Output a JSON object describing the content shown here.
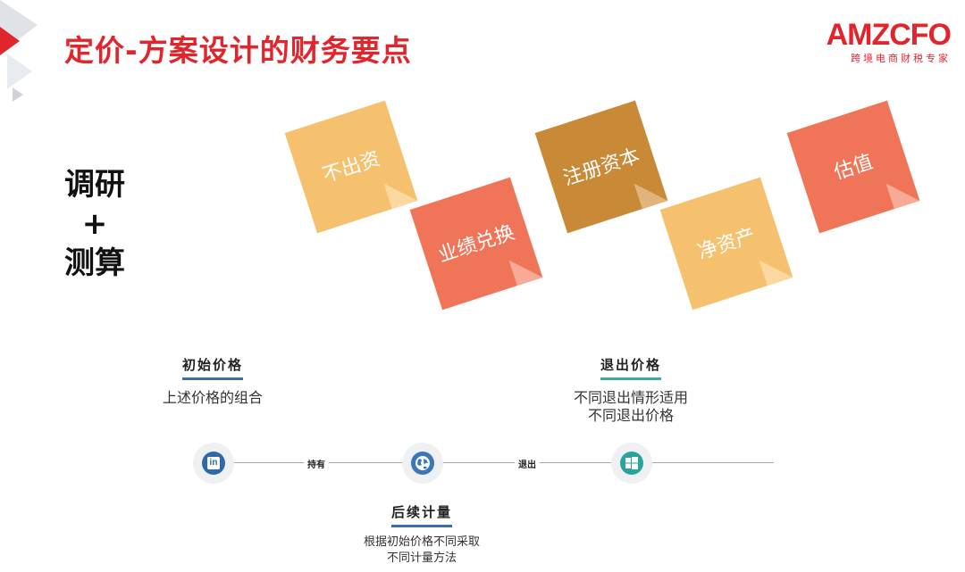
{
  "header": {
    "title": "定价-方案设计的财务要点"
  },
  "logo": {
    "main": "AMZCFO",
    "sub": "跨境电商财税专家"
  },
  "left_text": {
    "line1": "调研",
    "line2": "+",
    "line3": "测算"
  },
  "notes": [
    {
      "label": "不出资",
      "color": "#f5c16e"
    },
    {
      "label": "业绩兑换",
      "color": "#f07558"
    },
    {
      "label": "注册资本",
      "color": "#c98a37"
    },
    {
      "label": "净资产",
      "color": "#f5c16e"
    },
    {
      "label": "估值",
      "color": "#f07558"
    }
  ],
  "blocks": {
    "initial": {
      "title": "初始价格",
      "desc": [
        "上述价格的组合"
      ],
      "accent": "#3a6fa8"
    },
    "exit": {
      "title": "退出价格",
      "desc": [
        "不同退出情形适用",
        "不同退出价格"
      ],
      "accent": "#3aaba4"
    },
    "subsequent": {
      "title": "后续计量",
      "desc": [
        "根据初始价格不同采取",
        "不同计量方法"
      ],
      "accent": "#3a6fa8"
    }
  },
  "timeline": {
    "label_hold": "持有",
    "label_exit": "退出",
    "icons": [
      {
        "name": "linkedin-icon",
        "glyph": "in",
        "color": "#2f6aa6"
      },
      {
        "name": "globe-icon",
        "glyph": "🌐",
        "color": "#3a76b8"
      },
      {
        "name": "windows-icon",
        "glyph": "⊞",
        "color": "#2aa39c"
      }
    ]
  }
}
